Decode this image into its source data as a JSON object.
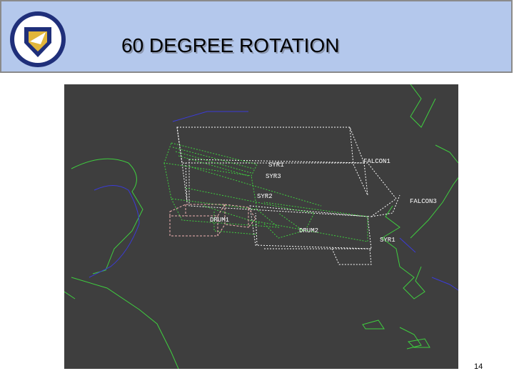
{
  "slide": {
    "title": "60 DEGREE ROTATION",
    "page_number": "14"
  },
  "logo": {
    "icon": "air-force-command-emblem-icon",
    "colors": {
      "ring": "#1f2f7a",
      "inner": "#e2b63a",
      "fill": "#1f2f7a"
    }
  },
  "airspace_labels": {
    "falcon1": "FALCON1",
    "falcon3": "FALCON3",
    "syr1_top": "SYR1",
    "syr3": "SYR3",
    "syr2": "SYR2",
    "drum1": "DRUM1",
    "drum2": "DRUM2",
    "syr1_bottom": "SYR1"
  },
  "colors": {
    "viewer_background": "#3e3e3e",
    "white_volume": "#ffffff",
    "green_volume": "#3fcf3f",
    "pink_volume": "#f0b3b3",
    "coastline": "#3fcf3f",
    "boundary": "#3b3bd8",
    "label": "#ffffff"
  }
}
